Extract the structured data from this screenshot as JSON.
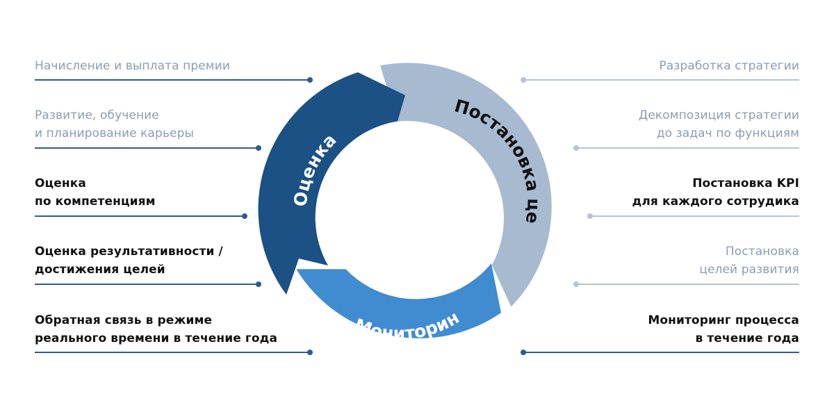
{
  "left_items": [
    {
      "text": "Начисление и выплата премии",
      "style": "muted"
    },
    {
      "text": "Развитие, обучение\nи планирование карьеры",
      "style": "muted"
    },
    {
      "text": "Оценка\nпо компетенциям",
      "style": "strong"
    },
    {
      "text": "Оценка результативности /\nдостижения целей",
      "style": "strong"
    },
    {
      "text": "Обратная связь в режиме\nреального времени в течение года",
      "style": "strong"
    }
  ],
  "right_items": [
    {
      "text": "Разработка стратегии",
      "style": "muted"
    },
    {
      "text": "Декомпозиция стратегии\nдо задач по функциям",
      "style": "muted"
    },
    {
      "text": "Постановка KPI\nдля каждого сотрудика",
      "style": "strong"
    },
    {
      "text": "Постановка\nцелей развития",
      "style": "muted"
    },
    {
      "text": "Мониторинг процесса\nв течение года",
      "style": "strong"
    }
  ],
  "cycle": {
    "goals": {
      "label": "Постановка целей",
      "color": "#a7bad0",
      "text_color": "#111111"
    },
    "monitoring": {
      "label": "Мониторинг",
      "color": "#418cd0",
      "text_color": "#ffffff"
    },
    "assessment": {
      "label": "Оценка",
      "color": "#1b5184",
      "text_color": "#ffffff"
    }
  }
}
